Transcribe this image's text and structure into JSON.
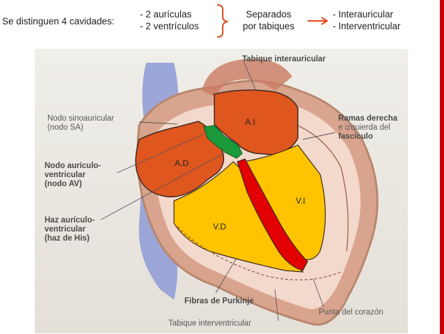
{
  "header": {
    "intro": "Se distinguen 4 cavidades:",
    "organs": [
      "- 2 aurículas",
      "- 2 ventrículos"
    ],
    "separated": [
      "Separados",
      "por tabiques"
    ],
    "septa": [
      "- Interauricular",
      "- Interventricular"
    ]
  },
  "figure": {
    "labels": {
      "tabique_interauricular": "Tabique interauricular",
      "nodo_sa_1": "Nodo sinoauricular",
      "nodo_sa_2": "(nodo SA)",
      "nodo_av_1": "Nodo aurículo-",
      "nodo_av_2": "ventricular",
      "nodo_av_3": "(nodo AV)",
      "haz_1": "Haz aurículo-",
      "haz_2": "ventricular",
      "haz_3": "(haz de His)",
      "ramas_1": "Ramas derecha",
      "ramas_2": "e izquierda del",
      "ramas_3": "fascículo",
      "fibras": "Fibras de Purkinje",
      "punta": "Punta del corazón",
      "tabique_interventricular": "Tabique interventricular"
    },
    "chambers": {
      "ai": "A.I",
      "ad": "A.D",
      "vi": "V.I",
      "vd": "V.D"
    }
  },
  "colors": {
    "atria": "#e0561f",
    "ventricles": "#ffc300",
    "septum": "#e30000",
    "av_node": "#1a9a3a",
    "arrow": "#e04a1f",
    "accent_bar": "#c40000"
  }
}
